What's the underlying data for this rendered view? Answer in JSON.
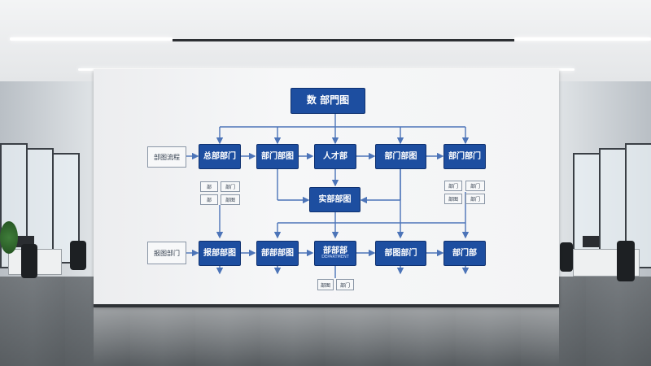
{
  "chart": {
    "title": "数 部門图",
    "side_labels": [
      "部图流程",
      "报图部门"
    ],
    "top_row": [
      "总部部门",
      "部门部图",
      "人才部",
      "部门部图",
      "部门部门"
    ],
    "middle": "实部部图",
    "bottom_row": [
      "报部部图",
      "部部部图",
      "部部部",
      "部图部门",
      "部门部"
    ],
    "bottom_row_sub": "DEPARTMENT",
    "notes_left": [
      "部",
      "部门",
      "部",
      "部图"
    ],
    "notes_right": [
      "部门",
      "部门",
      "部图",
      "部门"
    ],
    "notes_bottom": [
      "部图",
      "部门"
    ]
  },
  "colors": {
    "node_fill": "#1d4ea0",
    "connector": "#4c74b8",
    "wall": "#f3f4f5"
  }
}
